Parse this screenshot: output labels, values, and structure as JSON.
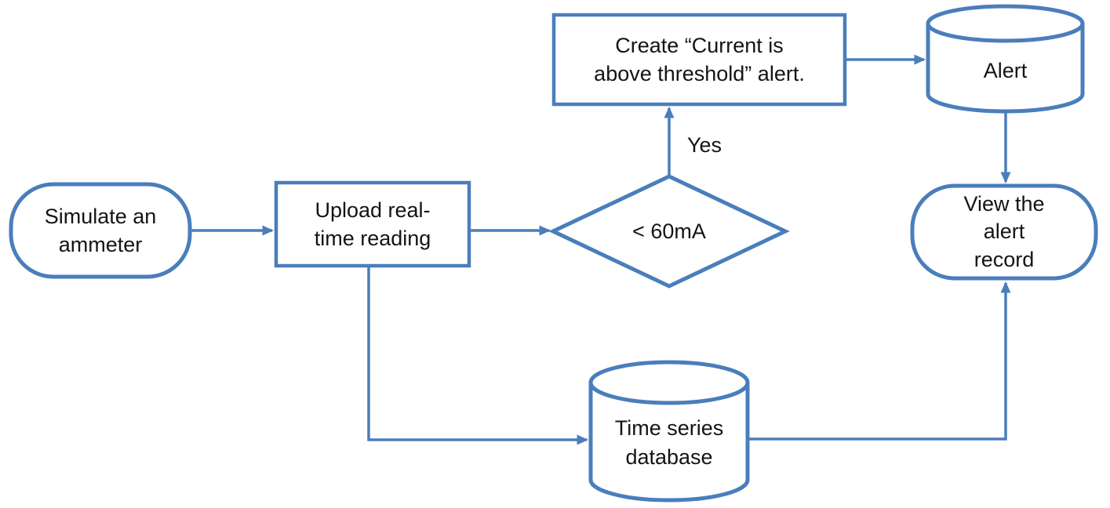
{
  "diagram": {
    "type": "flowchart",
    "background": "#ffffff",
    "stroke_color": "#4a7ebb",
    "text_color": "#141414"
  },
  "nodes": {
    "simulate_ammeter": {
      "shape": "terminator",
      "label": "Simulate an\nammeter"
    },
    "upload_reading": {
      "shape": "process",
      "label": "Upload real-\ntime reading"
    },
    "threshold_decision": {
      "shape": "decision",
      "label": "< 60mA"
    },
    "create_alert": {
      "shape": "process",
      "label": "Create “Current is\nabove threshold” alert."
    },
    "alert_store": {
      "shape": "database",
      "label": "Alert"
    },
    "view_alert_record": {
      "shape": "terminator",
      "label": "View the\nalert\nrecord"
    },
    "time_series_db": {
      "shape": "database",
      "label": "Time series\ndatabase"
    }
  },
  "edge_labels": {
    "decision_yes": "Yes"
  },
  "edges": [
    {
      "from": "simulate_ammeter",
      "to": "upload_reading",
      "label": ""
    },
    {
      "from": "upload_reading",
      "to": "threshold_decision",
      "label": ""
    },
    {
      "from": "threshold_decision",
      "to": "create_alert",
      "label": "Yes"
    },
    {
      "from": "create_alert",
      "to": "alert_store",
      "label": ""
    },
    {
      "from": "alert_store",
      "to": "view_alert_record",
      "label": ""
    },
    {
      "from": "upload_reading",
      "to": "time_series_db",
      "label": ""
    },
    {
      "from": "time_series_db",
      "to": "view_alert_record",
      "label": ""
    }
  ]
}
